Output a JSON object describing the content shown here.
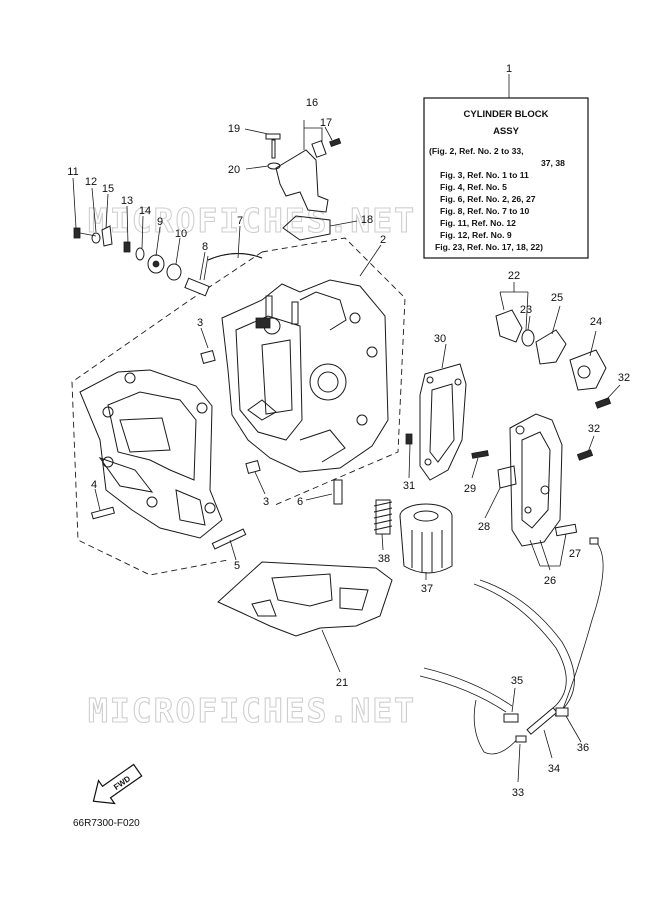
{
  "info_box": {
    "lines": [
      "CYLINDER BLOCK",
      "ASSY",
      "(Fig. 2, Ref. No. 2 to 33,",
      "37, 38",
      "Fig. 3, Ref. No. 1 to 11",
      "Fig. 4, Ref. No. 5",
      "Fig. 6, Ref. No. 2, 26, 27",
      "Fig. 8, Ref. No. 7 to 10",
      "Fig. 11, Ref. No. 12",
      "Fig. 12, Ref. No. 9",
      "Fig. 23, Ref. No. 17, 18, 22)"
    ]
  },
  "callouts": [
    "1",
    "2",
    "3",
    "3",
    "4",
    "5",
    "6",
    "7",
    "8",
    "9",
    "10",
    "11",
    "12",
    "13",
    "14",
    "15",
    "16",
    "17",
    "18",
    "19",
    "20",
    "21",
    "22",
    "23",
    "24",
    "25",
    "26",
    "27",
    "28",
    "29",
    "30",
    "31",
    "32",
    "32",
    "33",
    "34",
    "35",
    "36",
    "37",
    "38"
  ],
  "watermark": "MICROFICHES.NET",
  "fwd_label": "FWD",
  "drawing_code": "66R7300-F020"
}
